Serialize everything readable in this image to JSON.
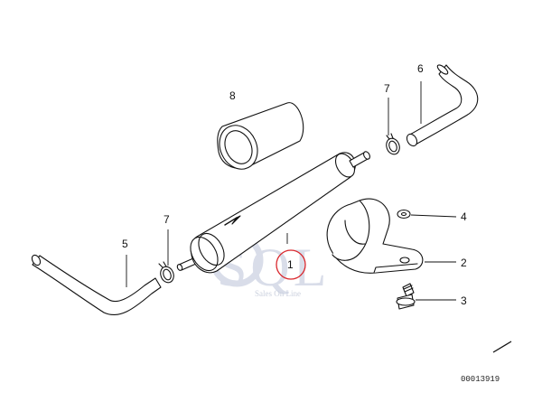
{
  "diagram": {
    "drawing_code": "00013919",
    "callouts": [
      {
        "id": "1",
        "label": "1",
        "part": "fuel filter",
        "highlighted": true
      },
      {
        "id": "2",
        "label": "2",
        "part": "bracket"
      },
      {
        "id": "3",
        "label": "3",
        "part": "bolt"
      },
      {
        "id": "4",
        "label": "4",
        "part": "washer"
      },
      {
        "id": "5",
        "label": "5",
        "part": "hose"
      },
      {
        "id": "6",
        "label": "6",
        "part": "hose"
      },
      {
        "id": "7a",
        "label": "7",
        "part": "hose clamp"
      },
      {
        "id": "7b",
        "label": "7",
        "part": "hose clamp"
      },
      {
        "id": "8",
        "label": "8",
        "part": "rubber sleeve"
      }
    ],
    "highlight_color": "#d9262c",
    "watermark": {
      "logo_text": "SQL",
      "sub_text": "Sales On Line"
    }
  }
}
